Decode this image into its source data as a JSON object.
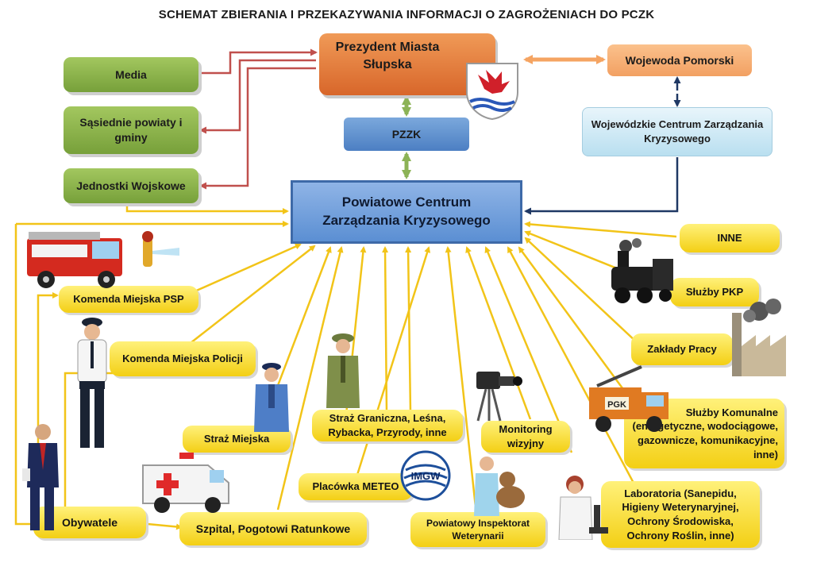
{
  "title": "SCHEMAT ZBIERANIA I PRZEKAZYWANIA INFORMACJI O ZAGROŻENIACH DO PCZK",
  "nodes": {
    "media": "Media",
    "sasiednie": "Sąsiednie powiaty i gminy",
    "jednostki": "Jednostki Wojskowe",
    "prezydent": "Prezydent Miasta Słupska",
    "pzzk": "PZZK",
    "wojewoda": "Wojewoda Pomorski",
    "wczk": "Wojewódzkie Centrum Zarządzania Kryzysowego",
    "pczk": "Powiatowe Centrum Zarządzania Kryzysowego",
    "inne": "INNE",
    "pkp": "Służby PKP",
    "zaklady": "Zakłady Pracy",
    "komunalne": "Służby Komunalne (energetyczne, wodociągowe, gazownicze, komunikacyjne, inne)",
    "laboratoria": "Laboratoria (Sanepidu, Higieny Weterynaryjnej, Ochrony Środowiska, Ochrony Roślin, inne)",
    "monitoring": "Monitoring wizyjny",
    "inspektorat": "Powiatowy Inspektorat Weterynarii",
    "meteo": "Placówka METEO",
    "graniczna": "Straż Graniczna, Leśna, Rybacka, Przyrody,  inne",
    "miejska": "Straż Miejska",
    "szpital": "Szpital, Pogotowi Ratunkowe",
    "obywatele": "Obywatele",
    "policja": "Komenda Miejska Policji",
    "psp": "Komenda Miejska PSP"
  },
  "logo_text": "IMGW",
  "truck_text": "PGK",
  "colors": {
    "yellow_arrow": "#f2c418",
    "red_arrow": "#c0504d",
    "green_arrow": "#8cb356",
    "navy_arrow": "#1f3864",
    "orange_arrow": "#f5a462"
  }
}
